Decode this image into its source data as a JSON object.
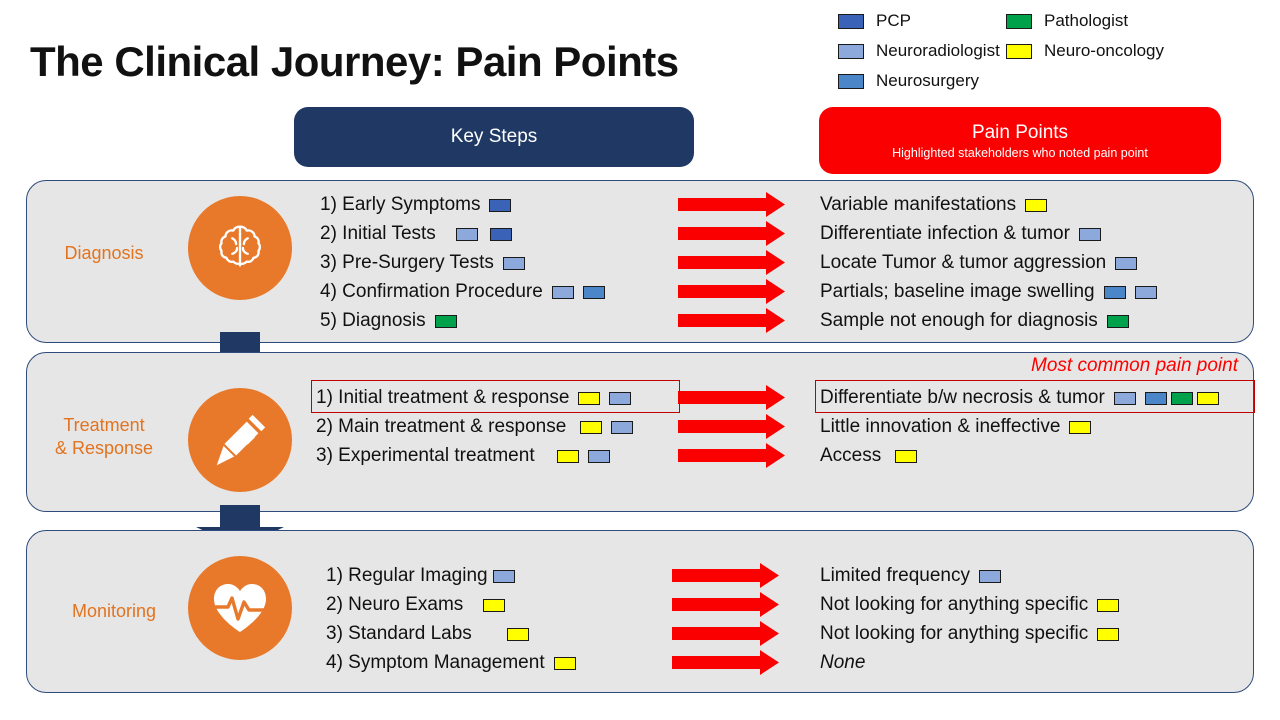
{
  "title": "The Clinical Journey: Pain Points",
  "colors": {
    "pcp_blue": "#3a63b8",
    "neuroradiologist_blue": "#8da9db",
    "neurosurgery_blue": "#4a86c8",
    "pathologist_green": "#00a14b",
    "neuro_oncology_yellow": "#ffff00",
    "header_navy": "#1f3864",
    "header_red": "#fa0000",
    "panel_gray": "#e6e6e6",
    "panel_border": "#2f4b7c",
    "stage_orange": "#e8792b",
    "stage_label_orange": "#e2731f",
    "arrow_red": "#fa0000",
    "highlight_red": "#c00000"
  },
  "legend": {
    "columns": [
      {
        "items": [
          {
            "label": "PCP",
            "color": "#3a63b8",
            "icon": "legend-swatch-pcp"
          },
          {
            "label": "Neuroradiologist",
            "color": "#8da9db",
            "icon": "legend-swatch-neuroradiologist"
          },
          {
            "label": "Neurosurgery",
            "color": "#4a86c8",
            "icon": "legend-swatch-neurosurgery"
          }
        ]
      },
      {
        "items": [
          {
            "label": "Pathologist",
            "color": "#00a14b",
            "icon": "legend-swatch-pathologist"
          },
          {
            "label": "Neuro-oncology",
            "color": "#ffff00",
            "icon": "legend-swatch-neuro-oncology"
          }
        ]
      }
    ]
  },
  "headers": {
    "key_steps": {
      "title": "Key Steps",
      "subtitle": ""
    },
    "pain_points": {
      "title": "Pain Points",
      "subtitle": "Highlighted stakeholders who noted pain point"
    }
  },
  "annotation": {
    "most_common": "Most common pain point"
  },
  "stages": [
    {
      "id": "diagnosis",
      "label": "Diagnosis",
      "icon": "brain-icon",
      "steps": [
        {
          "text": "1) Early Symptoms",
          "chips": [
            "#3a63b8"
          ]
        },
        {
          "text": "2) Initial Tests",
          "chips": [
            "#8da9db",
            "#3a63b8"
          ]
        },
        {
          "text": "3) Pre-Surgery Tests",
          "chips": [
            "#8da9db"
          ]
        },
        {
          "text": "4) Confirmation Procedure",
          "chips": [
            "#8da9db",
            "#4a86c8"
          ]
        },
        {
          "text": "5) Diagnosis",
          "chips": [
            "#00a14b"
          ]
        }
      ],
      "pains": [
        {
          "text": "Variable manifestations",
          "chips": [
            "#ffff00"
          ]
        },
        {
          "text": "Differentiate infection & tumor",
          "chips": [
            "#8da9db"
          ]
        },
        {
          "text": "Locate Tumor & tumor aggression",
          "chips": [
            "#8da9db"
          ]
        },
        {
          "text": "Partials; baseline image swelling",
          "chips": [
            "#4a86c8",
            "#8da9db"
          ]
        },
        {
          "text": "Sample not enough for diagnosis",
          "chips": [
            "#00a14b"
          ]
        }
      ]
    },
    {
      "id": "treatment",
      "label": "Treatment\n& Response",
      "label_line1": "Treatment",
      "label_line2": "& Response",
      "icon": "syringe-icon",
      "steps": [
        {
          "text": "1) Initial treatment & response",
          "chips": [
            "#ffff00",
            "#8da9db"
          ]
        },
        {
          "text": "2) Main treatment & response",
          "chips": [
            "#ffff00",
            "#8da9db"
          ]
        },
        {
          "text": "3) Experimental treatment",
          "chips": [
            "#ffff00",
            "#8da9db"
          ]
        }
      ],
      "pains": [
        {
          "text": "Differentiate b/w necrosis & tumor",
          "chips": [
            "#8da9db",
            "#4a86c8",
            "#00a14b",
            "#ffff00"
          ]
        },
        {
          "text": "Little innovation & ineffective",
          "chips": [
            "#ffff00"
          ]
        },
        {
          "text": "Access",
          "chips": [
            "#ffff00"
          ]
        }
      ]
    },
    {
      "id": "monitoring",
      "label": "Monitoring",
      "icon": "heart-pulse-icon",
      "steps": [
        {
          "text": "1) Regular Imaging",
          "chips": [
            "#8da9db"
          ]
        },
        {
          "text": "2) Neuro Exams",
          "chips": [
            "#ffff00"
          ]
        },
        {
          "text": "3) Standard Labs",
          "chips": [
            "#ffff00"
          ]
        },
        {
          "text": "4) Symptom Management",
          "chips": [
            "#ffff00"
          ]
        }
      ],
      "pains": [
        {
          "text": "Limited frequency",
          "chips": [
            "#8da9db"
          ]
        },
        {
          "text": "Not looking for anything specific",
          "chips": [
            "#ffff00"
          ]
        },
        {
          "text": "Not looking for anything specific",
          "chips": [
            "#ffff00"
          ]
        },
        {
          "text": "None",
          "chips": [],
          "italic": true
        }
      ]
    }
  ]
}
